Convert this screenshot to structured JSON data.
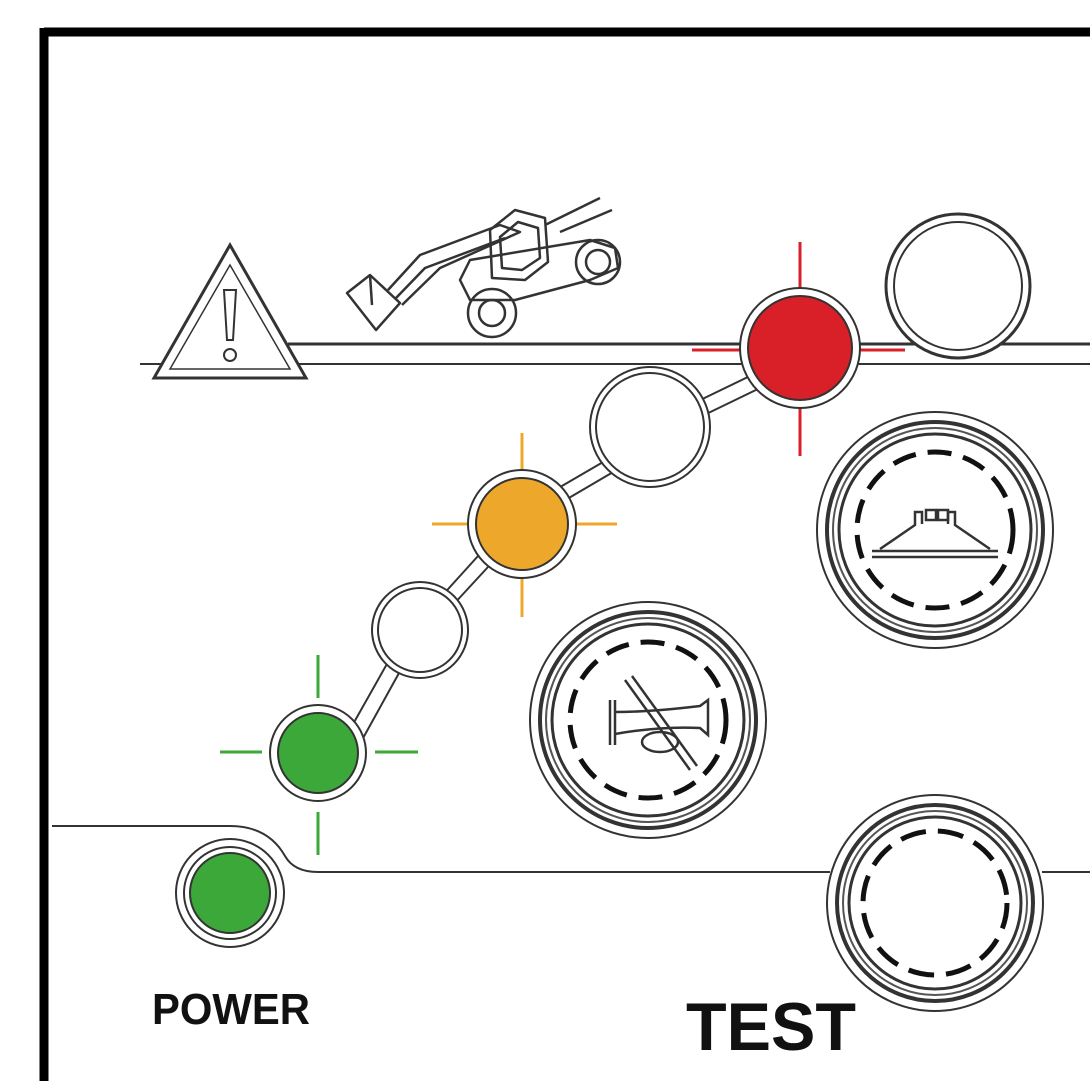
{
  "labels": {
    "power": "POWER",
    "test": "TEST"
  },
  "colors": {
    "frame": "#000000",
    "line": "#333333",
    "green": "#3ca83a",
    "amber": "#eda82c",
    "red": "#d92028",
    "unlit": "#ffffff"
  },
  "indicator_sequence": [
    {
      "name": "green-led",
      "state": "lit",
      "color": "green",
      "flashing": true
    },
    {
      "name": "led-2",
      "state": "off",
      "color": "unlit",
      "flashing": false
    },
    {
      "name": "amber-led",
      "state": "lit",
      "color": "amber",
      "flashing": true
    },
    {
      "name": "led-4",
      "state": "off",
      "color": "unlit",
      "flashing": false
    },
    {
      "name": "red-led",
      "state": "lit",
      "color": "red",
      "flashing": true
    }
  ],
  "buttons": [
    {
      "name": "horn-mute-button",
      "icon": "horn-crossed-icon"
    },
    {
      "name": "attachment-override-button",
      "icon": "forks-icon"
    },
    {
      "name": "test-button",
      "icon": "none"
    }
  ],
  "icons": {
    "warning": "warning-triangle-icon",
    "machine": "telehandler-icon"
  }
}
